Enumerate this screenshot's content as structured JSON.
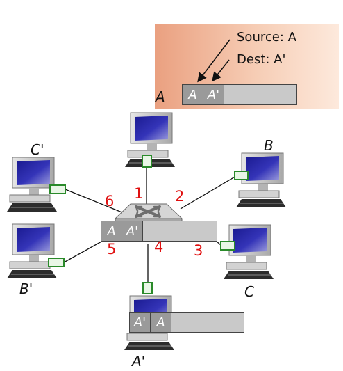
{
  "callout": {
    "source_label": "Source: A",
    "dest_label": "Dest: A'"
  },
  "frames": {
    "top": {
      "cells": [
        "A",
        "A'"
      ]
    },
    "switch": {
      "cells": [
        "A",
        "A'"
      ]
    },
    "bottom": {
      "cells": [
        "A'",
        "A"
      ]
    }
  },
  "hosts": {
    "a": "A",
    "b": "B",
    "c": "C",
    "a_prime": "A'",
    "b_prime": "B'",
    "c_prime": "C'"
  },
  "ports": [
    "1",
    "2",
    "3",
    "4",
    "5",
    "6"
  ],
  "colors": {
    "port_label": "#e01010",
    "screen": "#3030b0",
    "monitor": "#c8c8c8",
    "connector": "#2a8a2a",
    "callout_start": "#eaa080",
    "callout_end": "#fde9dc",
    "frame_header": "#9a9a9a",
    "frame_body": "#c9c9c9"
  },
  "icons": [
    "desktop-computer-icon",
    "ethernet-switch-icon"
  ]
}
